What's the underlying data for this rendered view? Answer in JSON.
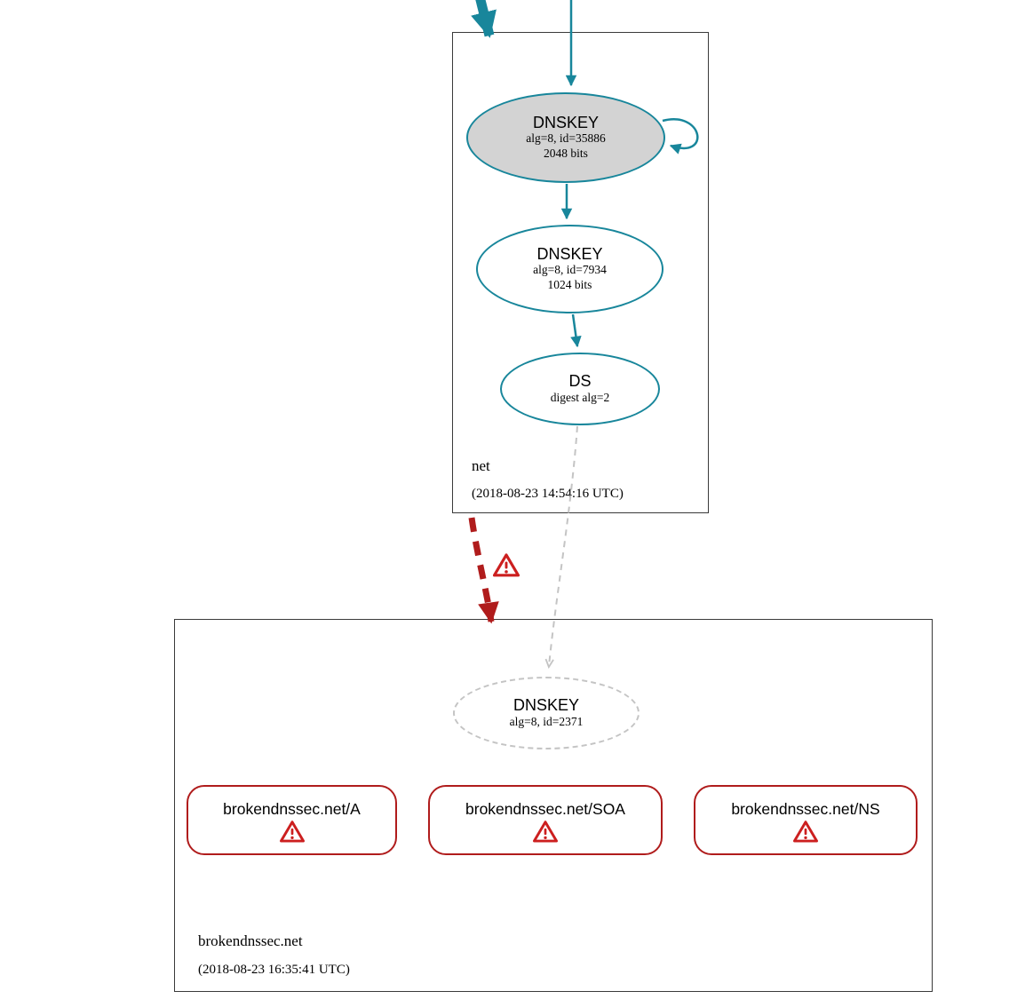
{
  "net_zone": {
    "name": "net",
    "timestamp": "(2018-08-23 14:54:16 UTC)",
    "ksk": {
      "title": "DNSKEY",
      "meta1": "alg=8, id=35886",
      "meta2": "2048 bits"
    },
    "zsk": {
      "title": "DNSKEY",
      "meta1": "alg=8, id=7934",
      "meta2": "1024 bits"
    },
    "ds": {
      "title": "DS",
      "meta1": "digest alg=2"
    }
  },
  "broken_zone": {
    "name": "brokendnssec.net",
    "timestamp": "(2018-08-23 16:35:41 UTC)",
    "dnskey": {
      "title": "DNSKEY",
      "meta1": "alg=8, id=2371"
    },
    "rrsets": [
      {
        "label": "brokendnssec.net/A"
      },
      {
        "label": "brokendnssec.net/SOA"
      },
      {
        "label": "brokendnssec.net/NS"
      }
    ]
  },
  "icons": {
    "warning": "warning-triangle-icon"
  },
  "colors": {
    "secure_teal": "#18869b",
    "error_red": "#b01c1c",
    "warning_red": "#cc1f1f",
    "insecure_gray": "#c4c4c4",
    "ksk_fill": "#d3d3d3",
    "zone_border": "#3a3a3a"
  }
}
